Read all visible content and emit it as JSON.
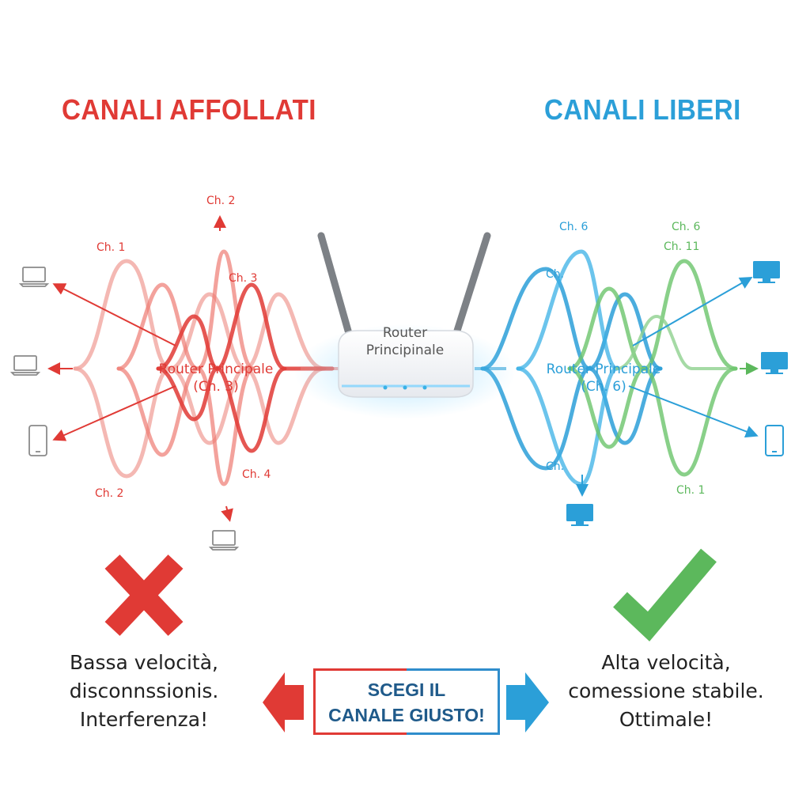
{
  "titles": {
    "left": "CANALI AFFOLLATI",
    "right": "CANALI LIBERI"
  },
  "colors": {
    "red": "#e03a35",
    "blue": "#2b9fd8",
    "green": "#5cb85c",
    "gray": "#8a8a8a"
  },
  "router_center": {
    "label_line1": "Router",
    "label_line2": "Principinale"
  },
  "left_panel": {
    "router_line1": "Router Principale",
    "router_line2": "(Ch. 3)",
    "channel_labels": [
      "Ch. 2",
      "Ch. 1",
      "Ch. 3",
      "Ch. 4",
      "Ch. 2"
    ],
    "devices": [
      "laptop-icon",
      "laptop-icon",
      "phone-icon",
      "laptop-icon"
    ]
  },
  "right_panel": {
    "router_line1": "Router Principale",
    "router_line2": "(Ch. 6)",
    "channel_labels": [
      "Ch. 6",
      "Ch. 6",
      "Ch. 11",
      "Ch.",
      "Ch.",
      "Ch. 1"
    ],
    "devices": [
      "monitor-icon",
      "monitor-icon",
      "phone-icon",
      "monitor-icon"
    ]
  },
  "results": {
    "left": [
      "Bassa velocità,",
      "disconnssionis.",
      "Interferenza!"
    ],
    "right": [
      "Alta velocità,",
      "comessione stabile.",
      "Ottimale!"
    ]
  },
  "cta": {
    "line1": "SCEGI IL",
    "line2": "CANALE GIUSTO!"
  }
}
